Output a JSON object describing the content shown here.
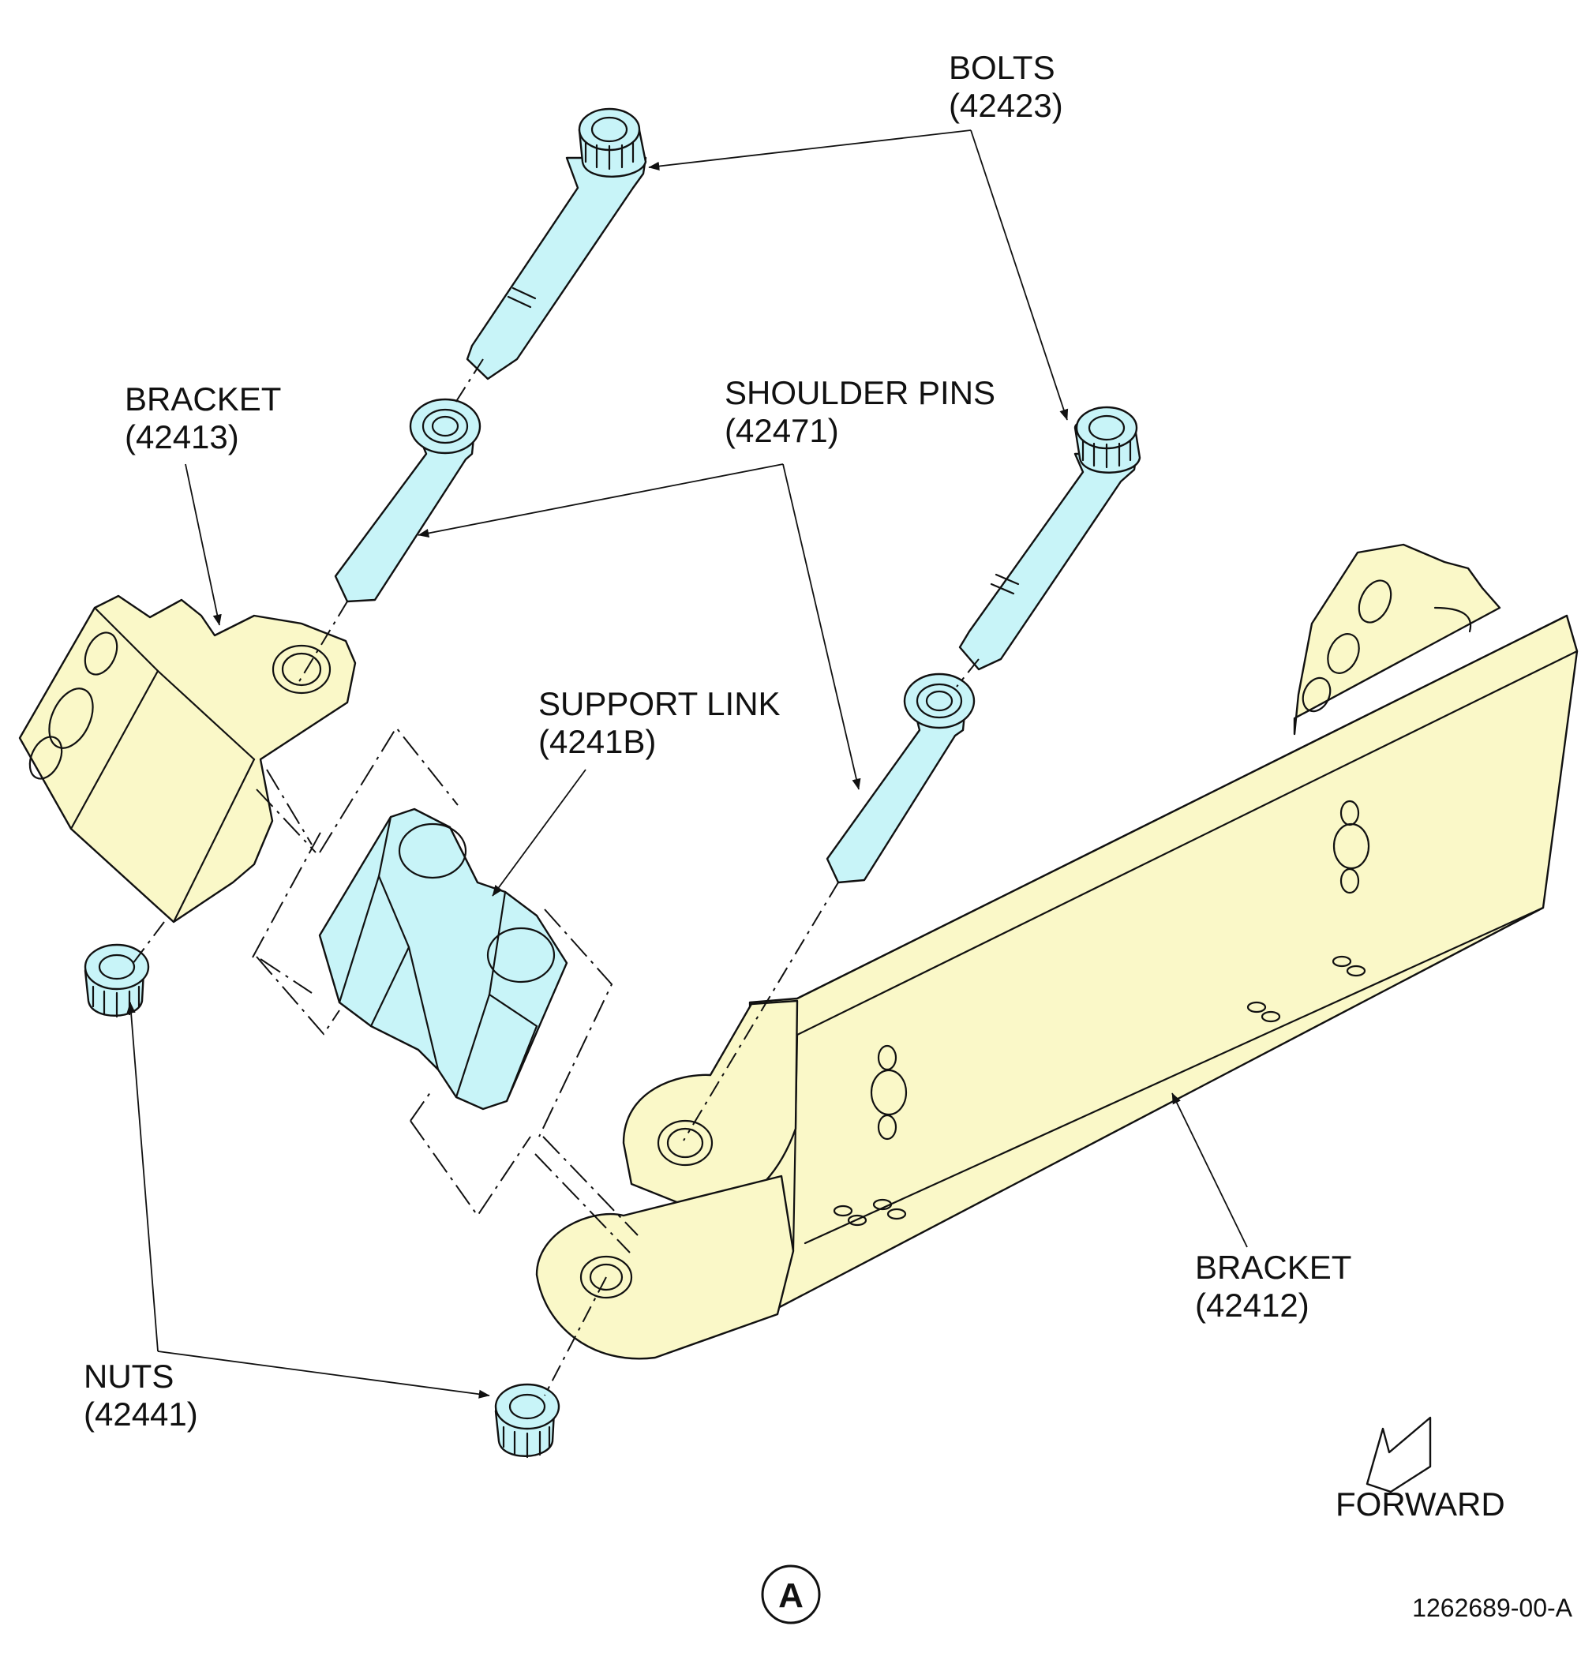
{
  "colors": {
    "bracket_fill": "#FAF8C8",
    "hardware_fill": "#C8F4F8",
    "line": "#111111",
    "background": "#FFFFFF"
  },
  "callouts": {
    "bolts": {
      "name": "BOLTS",
      "ref": "(42423)"
    },
    "shoulder_pins": {
      "name": "SHOULDER PINS",
      "ref": "(42471)"
    },
    "bracket_upper": {
      "name": "BRACKET",
      "ref": "(42413)"
    },
    "support_link": {
      "name": "SUPPORT LINK",
      "ref": "(4241B)"
    },
    "bracket_main": {
      "name": "BRACKET",
      "ref": "(42412)"
    },
    "nuts": {
      "name": "NUTS",
      "ref": "(42441)"
    }
  },
  "forward_indicator": {
    "label": "FORWARD",
    "icon": "forward-arrow-icon"
  },
  "view_label": "A",
  "figure_number": "1262689-00-A"
}
